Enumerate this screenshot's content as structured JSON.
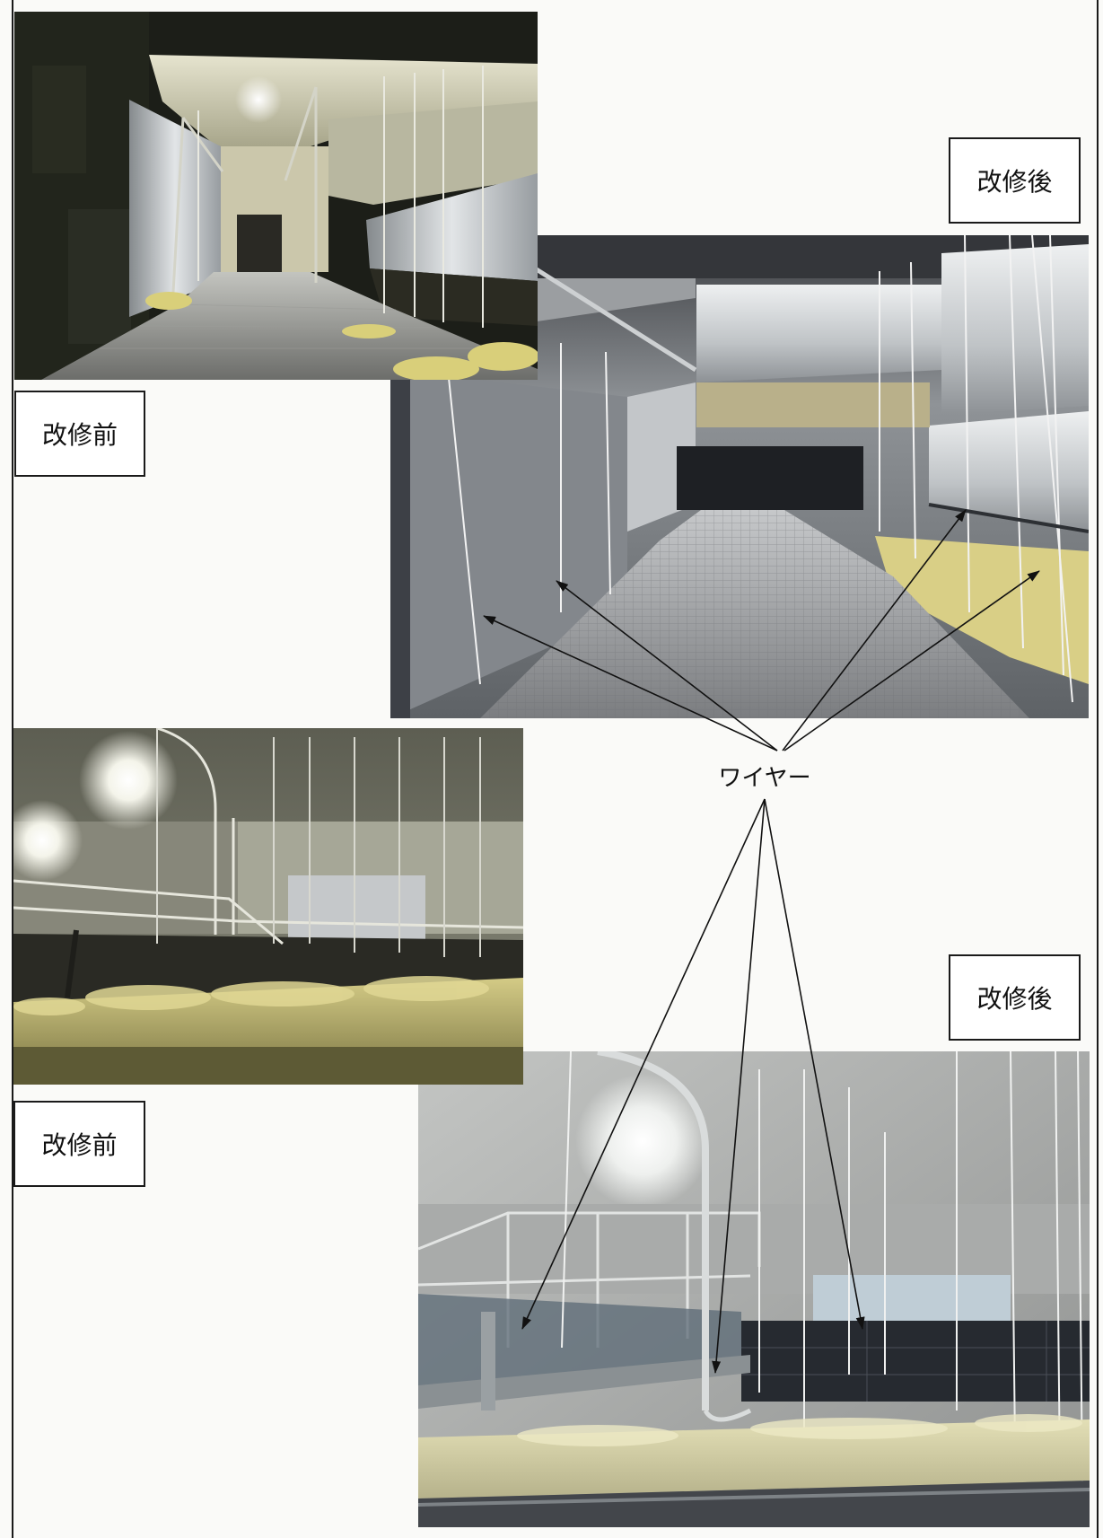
{
  "labels": {
    "before_top": "改修前",
    "after_top": "改修後",
    "wire": "ワイヤー",
    "after_bottom": "改修後",
    "before_bottom": "改修前"
  },
  "colors": {
    "paper": "#fafaf8",
    "frame": "#1a1a1a",
    "arrow": "#111111"
  }
}
